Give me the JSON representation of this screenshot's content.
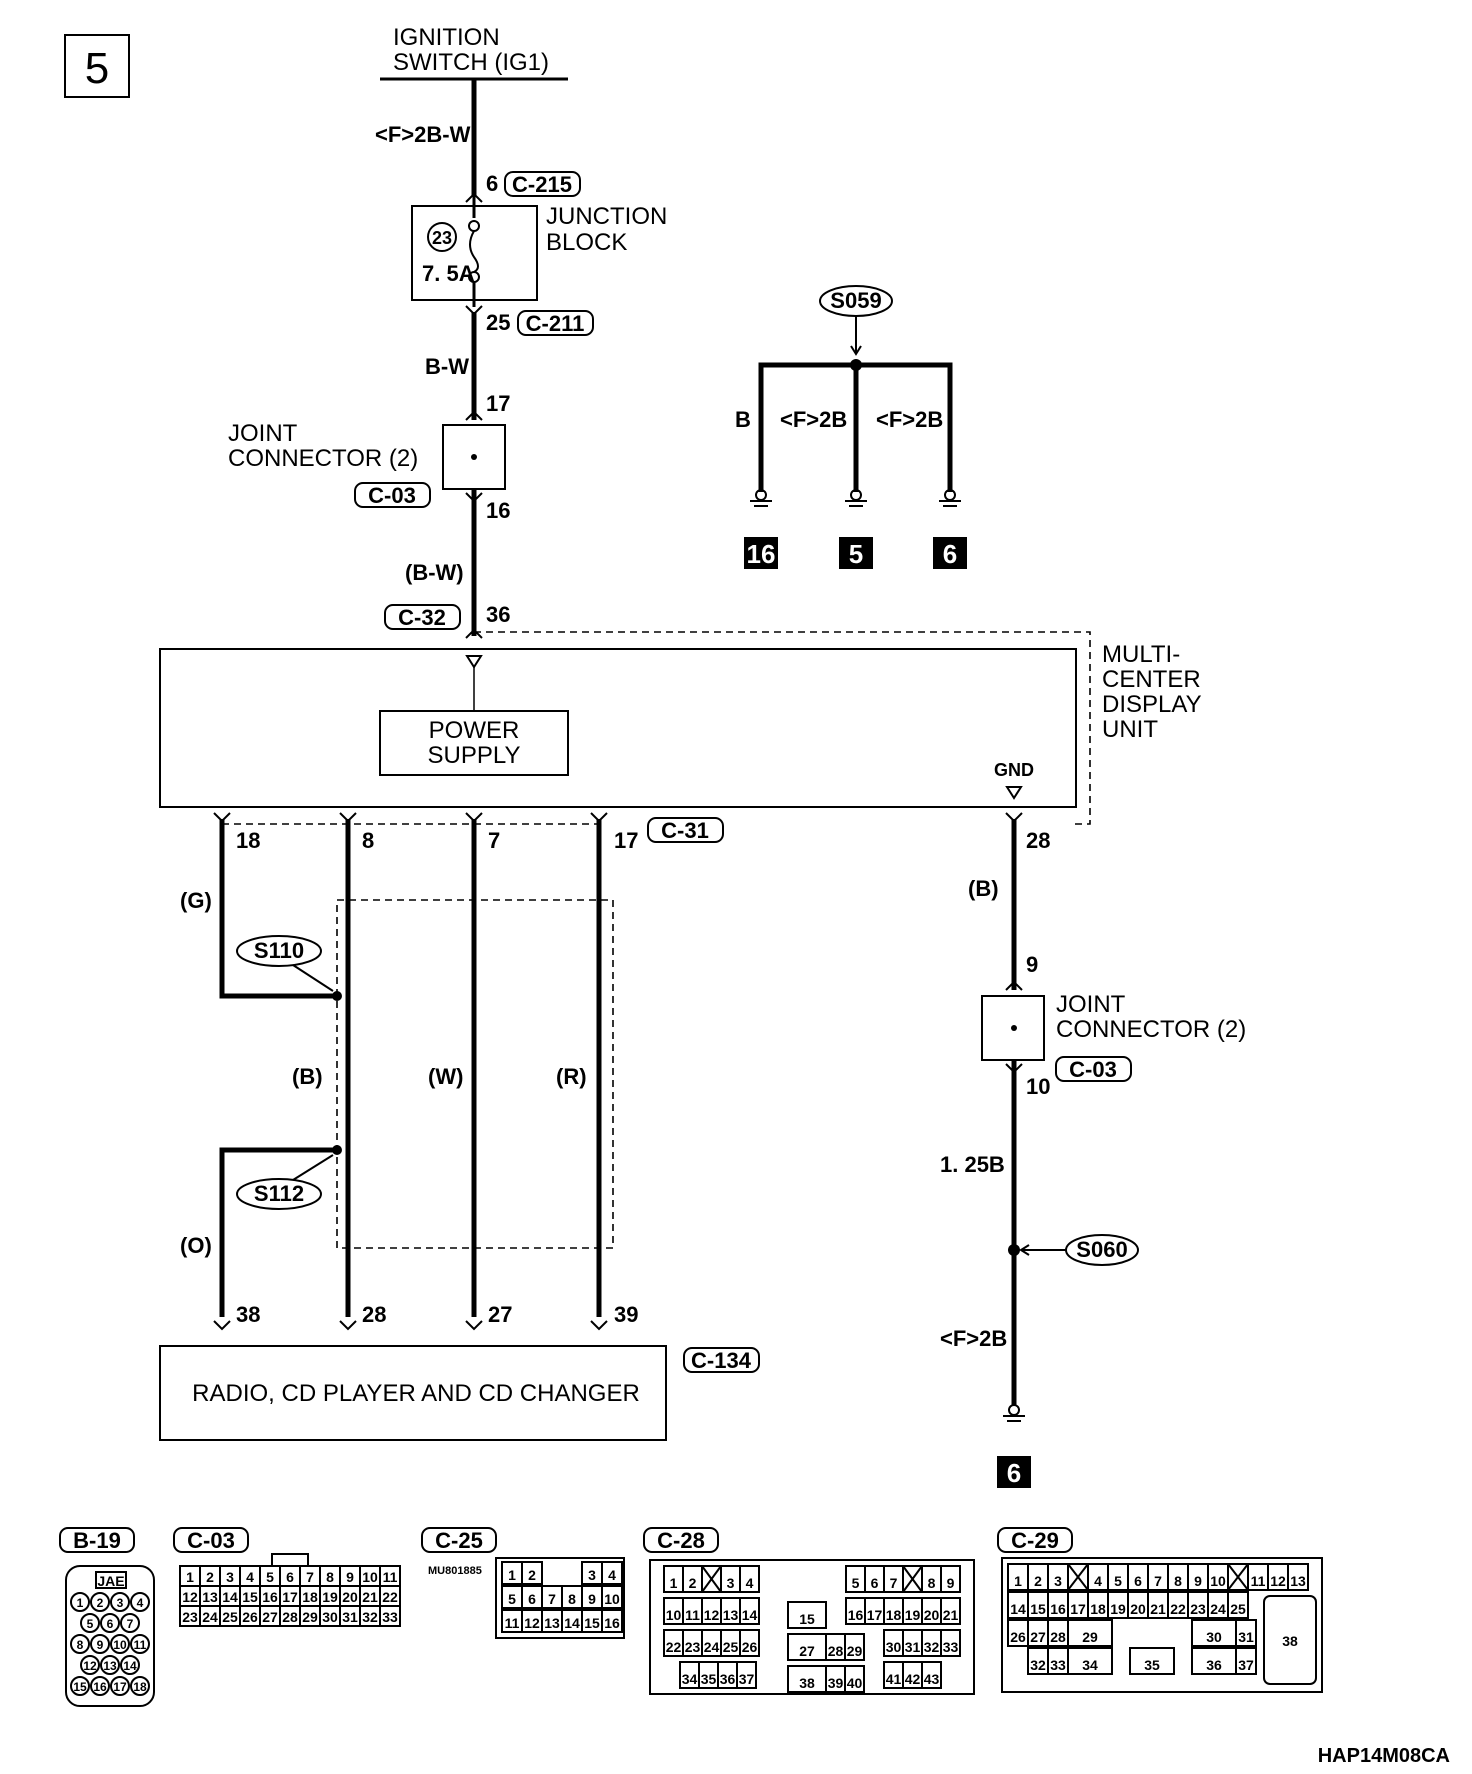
{
  "page_number": "5",
  "figure_code": "HAP14M08CA",
  "ignition": {
    "line1": "IGNITION",
    "line2": "SWITCH (IG1)",
    "wire": "<F>2B-W"
  },
  "junction_block": {
    "line1": "JUNCTION",
    "line2": "BLOCK",
    "fuse_no": "23",
    "fuse_rating": "7. 5A",
    "pin_in": "6",
    "conn_in": "C-215",
    "pin_out": "25",
    "conn_out": "C-211"
  },
  "wire_bw": "B-W",
  "joint_connector_top": {
    "line1": "JOINT",
    "line2": "CONNECTOR (2)",
    "conn": "C-03",
    "pin_in": "17",
    "pin_out": "16"
  },
  "wire_bw_paren": "(B-W)",
  "mcdu": {
    "line1": "MULTI-",
    "line2": "CENTER",
    "line3": "DISPLAY",
    "line4": "UNIT",
    "power_supply_1": "POWER",
    "power_supply_2": "SUPPLY",
    "gnd": "GND",
    "pin_power": "36",
    "conn_power": "C-32",
    "conn_bottom": "C-31",
    "pin_g": "18",
    "pin_b": "8",
    "pin_w": "7",
    "pin_r": "17",
    "pin_gnd": "28"
  },
  "ground_splice": {
    "splice": "S059",
    "wires": [
      "B",
      "<F>2B",
      "<F>2B"
    ],
    "grounds": [
      "16",
      "5",
      "6"
    ]
  },
  "signal_wires": {
    "g": "(G)",
    "b": "(B)",
    "w": "(W)",
    "r": "(R)",
    "o": "(O)",
    "s110": "S110",
    "s112": "S112"
  },
  "radio": {
    "label": "RADIO, CD PLAYER AND CD CHANGER",
    "conn": "C-134",
    "pins": [
      "38",
      "28",
      "27",
      "39"
    ]
  },
  "gnd_circuit": {
    "wire_b": "(B)",
    "joint_line1": "JOINT",
    "joint_line2": "CONNECTOR (2)",
    "joint_conn": "C-03",
    "pin_in": "9",
    "pin_out": "10",
    "wire_125b": "1. 25B",
    "splice": "S060",
    "wire_f2b": "<F>2B",
    "ground": "6"
  },
  "connectors": {
    "b19": {
      "name": "B-19",
      "maker": "JAE",
      "rows": [
        [
          "1",
          "2",
          "3",
          "4"
        ],
        [
          "5",
          "6",
          "7"
        ],
        [
          "8",
          "9",
          "10",
          "11"
        ],
        [
          "12",
          "13",
          "14"
        ],
        [
          "15",
          "16",
          "17",
          "18"
        ]
      ]
    },
    "c03": {
      "name": "C-03",
      "rows": [
        [
          "1",
          "2",
          "3",
          "4",
          "5",
          "6",
          "7",
          "8",
          "9",
          "10",
          "11"
        ],
        [
          "12",
          "13",
          "14",
          "15",
          "16",
          "17",
          "18",
          "19",
          "20",
          "21",
          "22"
        ],
        [
          "23",
          "24",
          "25",
          "26",
          "27",
          "28",
          "29",
          "30",
          "31",
          "32",
          "33"
        ]
      ]
    },
    "c25": {
      "name": "C-25",
      "part": "MU801885",
      "rows": [
        [
          "1",
          "2",
          "",
          "",
          "3",
          "4"
        ],
        [
          "5",
          "6",
          "7",
          "8",
          "9",
          "10"
        ],
        [
          "11",
          "12",
          "13",
          "14",
          "15",
          "16"
        ]
      ]
    },
    "c28": {
      "name": "C-28",
      "left_rows": [
        [
          "1",
          "2",
          "X",
          "3",
          "4"
        ],
        [
          "10",
          "11",
          "12",
          "13",
          "14"
        ],
        [
          "22",
          "23",
          "24",
          "25",
          "26"
        ],
        [
          "34",
          "35",
          "36",
          "37"
        ]
      ],
      "mid": [
        "15",
        "27",
        "28",
        "29",
        "38",
        "39",
        "40"
      ],
      "right_rows": [
        [
          "5",
          "6",
          "7",
          "X",
          "8",
          "9"
        ],
        [
          "16",
          "17",
          "18",
          "19",
          "20",
          "21"
        ],
        [
          "30",
          "31",
          "32",
          "33"
        ],
        [
          "41",
          "42",
          "43"
        ]
      ]
    },
    "c29": {
      "name": "C-29",
      "row1": [
        "1",
        "2",
        "3",
        "X",
        "4",
        "5",
        "6",
        "7",
        "8",
        "9",
        "10",
        "X",
        "11",
        "12",
        "13"
      ],
      "row2": [
        "14",
        "15",
        "16",
        "17",
        "18",
        "19",
        "20",
        "21",
        "22",
        "23",
        "24",
        "25"
      ],
      "row3": [
        "26",
        "27",
        "28",
        "29",
        "30",
        "31"
      ],
      "row4": [
        "32",
        "33",
        "34",
        "35",
        "36",
        "37"
      ],
      "big": "38"
    }
  }
}
